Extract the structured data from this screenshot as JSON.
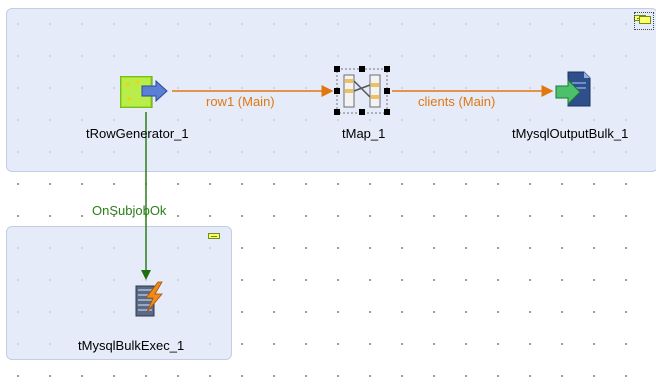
{
  "components": {
    "row_generator": {
      "label": "tRowGenerator_1"
    },
    "tmap": {
      "label": "tMap_1"
    },
    "mysql_output_bulk": {
      "label": "tMysqlOutputBulk_1"
    },
    "mysql_bulk_exec": {
      "label": "tMysqlBulkExec_1"
    }
  },
  "links": {
    "row1": {
      "label": "row1 (Main)",
      "color": "#e07810"
    },
    "clients": {
      "label": "clients (Main)",
      "color": "#e07810"
    },
    "on_subjob_ok": {
      "label": "OnSubjobOk",
      "color": "#2a7f1a"
    }
  },
  "colors": {
    "subjob_fill": "#dee6f6",
    "subjob_border": "#c3cee6",
    "collapse_button": "#ffff66"
  }
}
